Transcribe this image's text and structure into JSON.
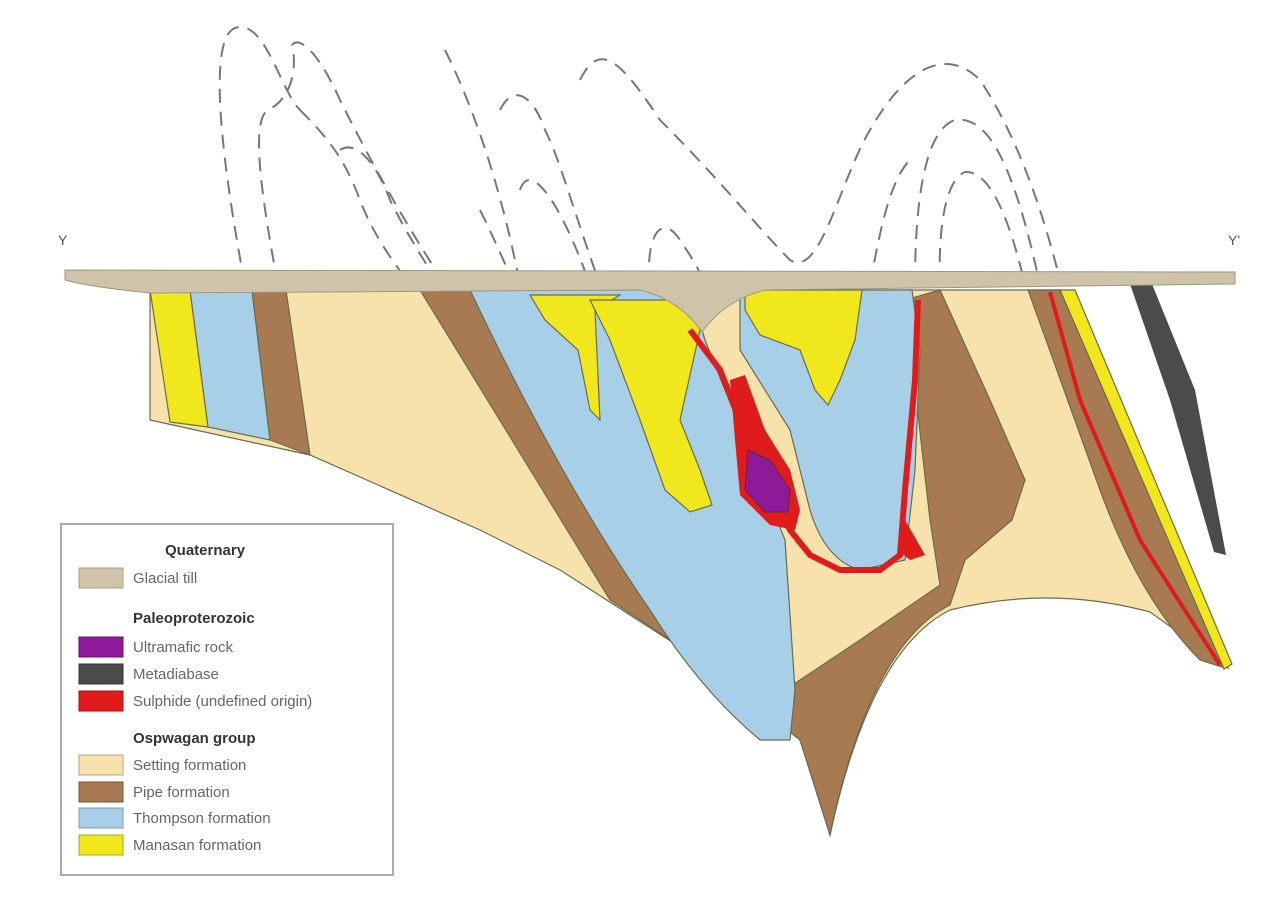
{
  "section": {
    "left_label": "Y",
    "right_label": "Y'"
  },
  "colors": {
    "glacial_till": "#cfc4aa",
    "ultramafic": "#8e1a9a",
    "metadiabase": "#4b4b4b",
    "sulphide": "#e01b1b",
    "setting": "#f7e2ab",
    "pipe": "#a87a52",
    "thompson": "#a8cfe8",
    "manasan": "#f0e81c"
  },
  "legend": {
    "groups": [
      {
        "title": "Quaternary",
        "items": [
          {
            "label": "Glacial till",
            "color": "#cfc4aa"
          }
        ]
      },
      {
        "title": "Paleoproterozoic",
        "items": [
          {
            "label": "Ultramafic rock",
            "color": "#8e1a9a"
          },
          {
            "label": "Metadiabase",
            "color": "#4b4b4b"
          },
          {
            "label": "Sulphide (undefined origin)",
            "color": "#e01b1b"
          }
        ]
      },
      {
        "title": "Ospwagan group",
        "items": [
          {
            "label": "Setting formation",
            "color": "#f7e2ab"
          },
          {
            "label": "Pipe formation",
            "color": "#a87a52"
          },
          {
            "label": "Thompson formation",
            "color": "#a8cfe8"
          },
          {
            "label": "Manasan formation",
            "color": "#f0e81c"
          }
        ]
      }
    ]
  }
}
